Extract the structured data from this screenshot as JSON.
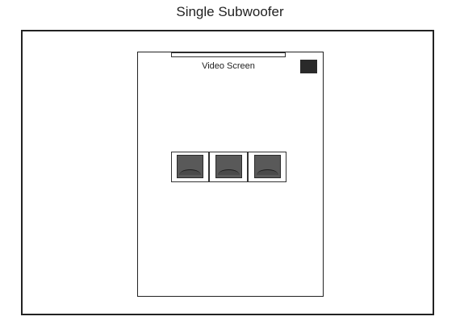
{
  "diagram": {
    "title": "Single Subwoofer",
    "screen_label": "Video Screen",
    "subwoofer_color": "#2a2a2a",
    "seat_color": "#595959",
    "seat_count": 3
  }
}
